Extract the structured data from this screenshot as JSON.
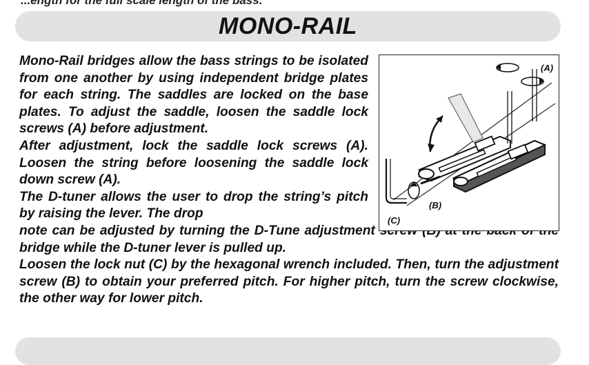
{
  "top_fragment": "...ength for the full scale length of the bass.",
  "section": {
    "title": "MONO-RAIL"
  },
  "paragraphs": [
    "Mono-Rail bridges allow the bass strings to be isolated from one another by using independent bridge plates for each string. The saddles are locked on the base plates. To adjust the saddle, loosen the saddle lock screws (A) before adjustment.",
    "After adjustment, lock the saddle lock screws (A). Loosen the string before loosening the saddle lock down screw (A).",
    "The D-tuner allows the user to drop the string’s pitch by raising the lever. The drop",
    "note can be adjusted by turning the D-Tune adjustment screw (B) at the back of the bridge while the D-tuner lever is pulled up.",
    "Loosen the lock nut (C) by the hexagonal wrench included. Then, turn the adjustment screw (B) to obtain your preferred pitch. For higher pitch, turn the screw clockwise, the other way for lower pitch."
  ],
  "figure": {
    "label_a": "(A)",
    "label_b": "(B)",
    "label_c": "(C)"
  }
}
